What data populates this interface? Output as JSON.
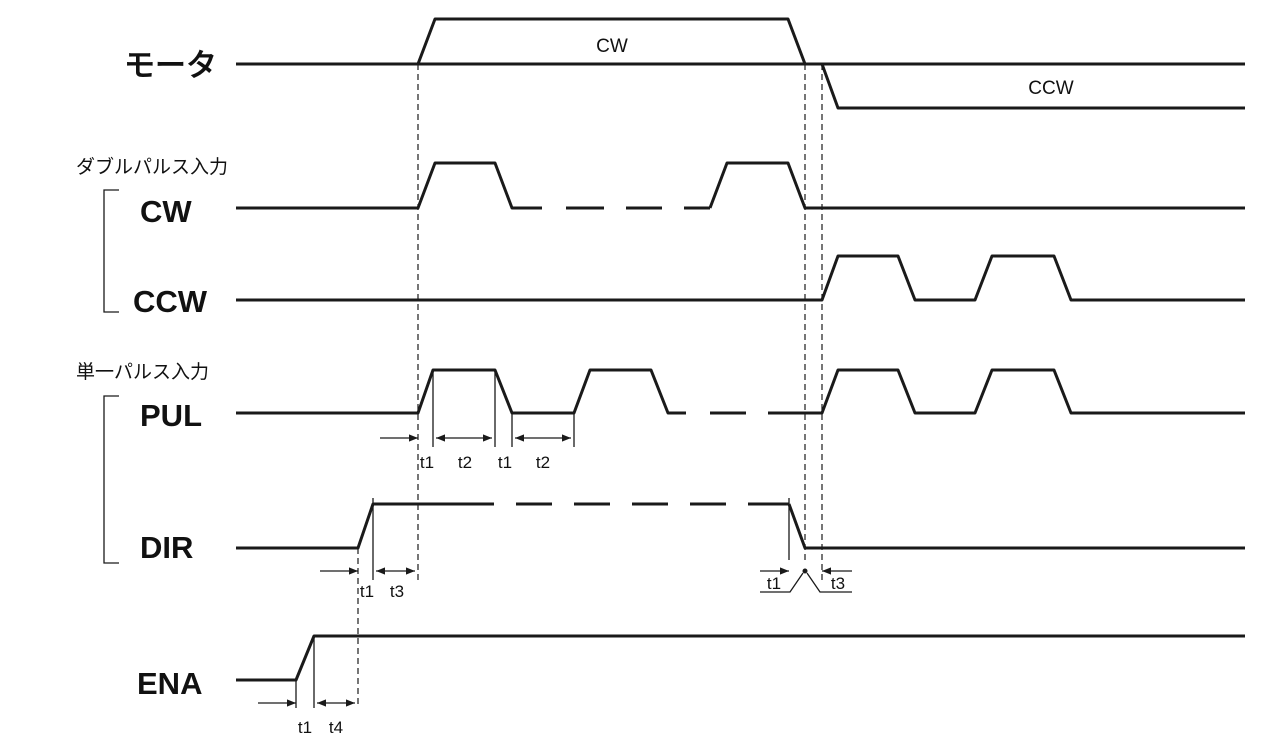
{
  "signals": {
    "motor": "モータ",
    "cw": "CW",
    "ccw": "CCW",
    "pul": "PUL",
    "dir": "DIR",
    "ena": "ENA"
  },
  "groups": {
    "double_pulse": "ダブルパルス入力",
    "single_pulse": "単一パルス入力"
  },
  "motor_states": {
    "cw": "CW",
    "ccw": "CCW"
  },
  "timing": {
    "pul_t1_a": "t1",
    "pul_t2_a": "t2",
    "pul_t1_b": "t1",
    "pul_t2_b": "t2",
    "dir_t1_a": "t1",
    "dir_t3_a": "t3",
    "dir_t1_b": "t1",
    "dir_t3_b": "t3",
    "ena_t1": "t1",
    "ena_t4": "t4"
  }
}
